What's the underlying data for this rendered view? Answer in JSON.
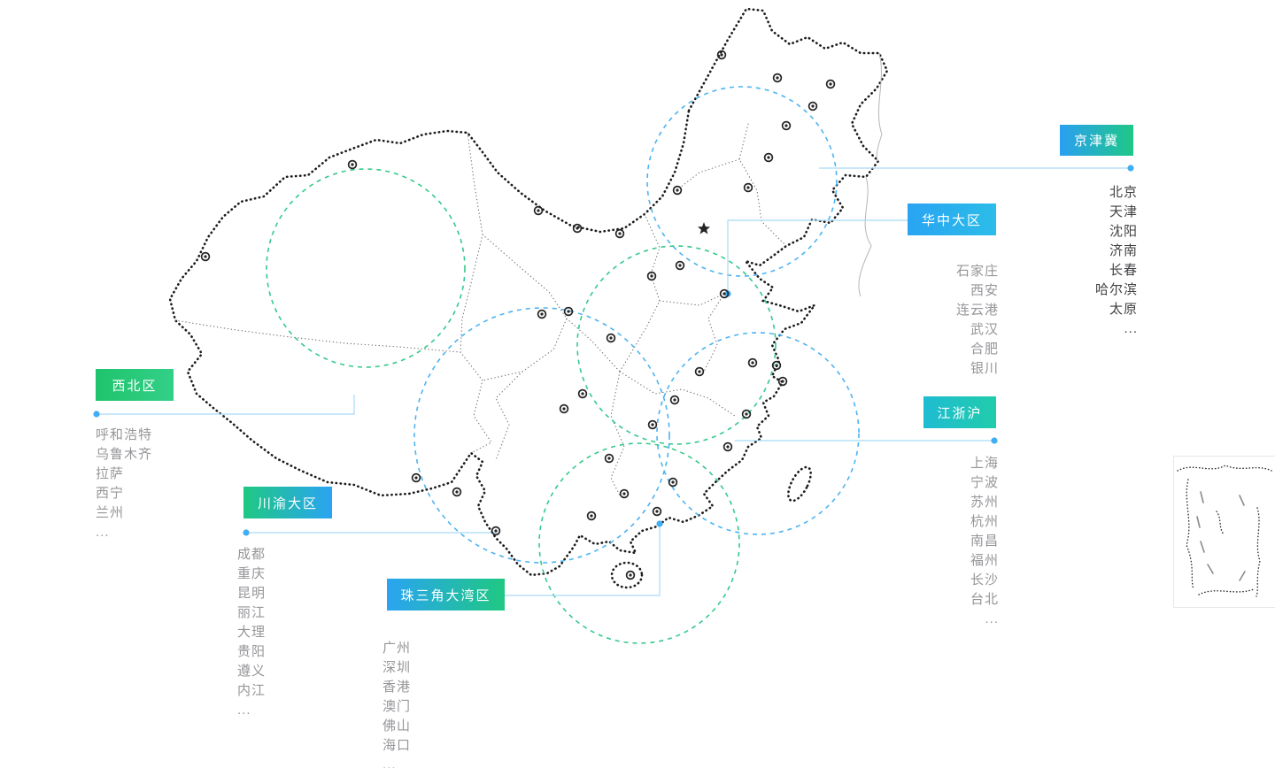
{
  "page": {
    "background": "#ffffff",
    "accent_colors": {
      "circle_blue": "#4db3f2",
      "circle_green": "#35c98b",
      "connector_line": "#a8daf7",
      "connector_dot": "#41aef3",
      "map_outline": "#1c1c1c",
      "province_border": "#6f6f6f"
    }
  },
  "icons": {
    "city_marker": "target-circle-icon",
    "capital_marker": "star-icon"
  },
  "regions": [
    {
      "label": "京津冀",
      "colors": [
        "#2b9ff2",
        "#1ec886"
      ],
      "cities": [
        "北京",
        "天津",
        "沈阳",
        "济南",
        "长春",
        "哈尔滨",
        "太原",
        "..."
      ]
    },
    {
      "label": "华中大区",
      "colors": [
        "#2aa4f2",
        "#2bbde9"
      ],
      "cities": [
        "石家庄",
        "西安",
        "连云港",
        "武汉",
        "合肥",
        "银川"
      ]
    },
    {
      "label": "西北区",
      "colors": [
        "#1fc36c",
        "#33d088"
      ],
      "cities": [
        "呼和浩特",
        "乌鲁木齐",
        "拉萨",
        "西宁",
        "兰州",
        "..."
      ]
    },
    {
      "label": "川渝大区",
      "colors": [
        "#1fc882",
        "#2aa4f2"
      ],
      "cities": [
        "成都",
        "重庆",
        "昆明",
        "丽江",
        "大理",
        "贵阳",
        "遵义",
        "内江",
        "..."
      ]
    },
    {
      "label": "珠三角大湾区",
      "colors": [
        "#2aa4f2",
        "#1fc882"
      ],
      "cities": [
        "广州",
        "深圳",
        "香港",
        "澳门",
        "佛山",
        "海口",
        "..."
      ]
    },
    {
      "label": "江浙沪",
      "colors": [
        "#1fbcd2",
        "#21ccab"
      ],
      "cities": [
        "上海",
        "宁波",
        "苏州",
        "杭州",
        "南昌",
        "福州",
        "长沙",
        "台北",
        "..."
      ]
    }
  ]
}
